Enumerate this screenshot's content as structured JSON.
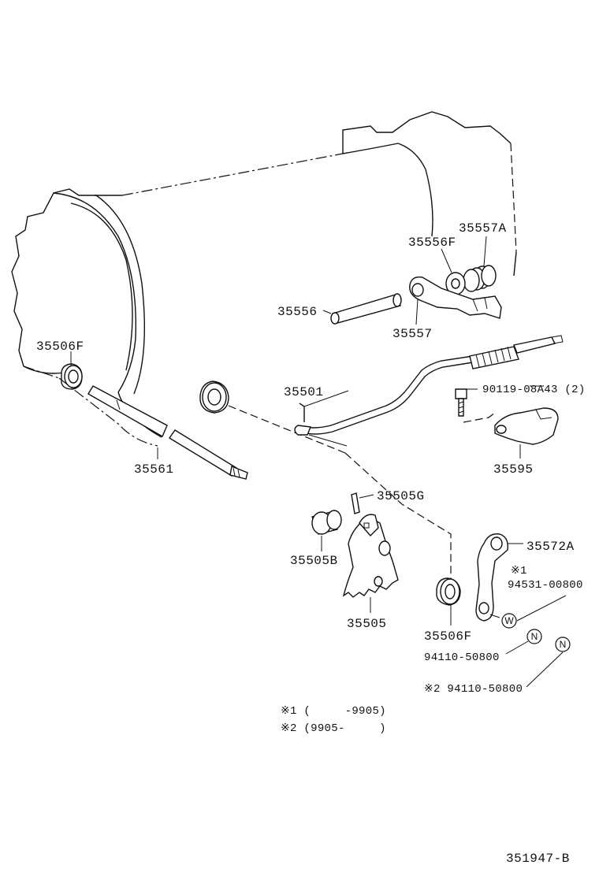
{
  "diagram_id": "351947-B",
  "labels": {
    "p35557A": "35557A",
    "p35556F": "35556F",
    "p35556": "35556",
    "p35557": "35557",
    "p35506F_top": "35506F",
    "p35501": "35501",
    "p90119": "90119-08A43 (2)",
    "p35561": "35561",
    "p35595": "35595",
    "p35505G": "35505G",
    "p35572A": "35572A",
    "p35505B": "35505B",
    "note_mark1": "※1",
    "p94531": "94531-00800",
    "p35505": "35505",
    "p35506F_bot": "35506F",
    "p94110_a": "94110-50800",
    "p94110_b": "※2 94110-50800"
  },
  "circle_marks": {
    "w": "W",
    "n1": "N",
    "n2": "N"
  },
  "footnotes": {
    "note1": "※1 (     -9905)",
    "note2": "※2 (9905-     )"
  }
}
